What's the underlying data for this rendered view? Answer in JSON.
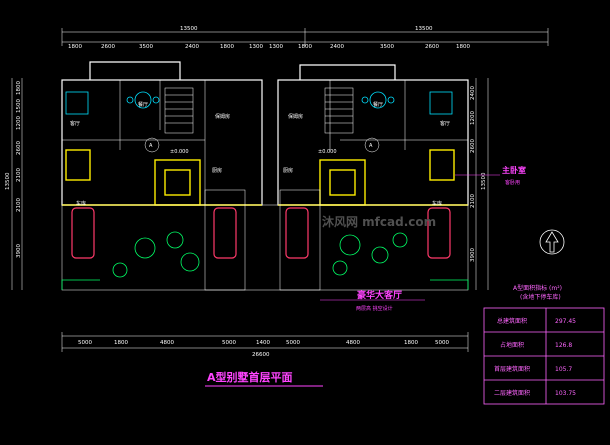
{
  "top_dims": {
    "overall_left": "13500",
    "overall_right": "13500",
    "segments": [
      "1800",
      "2600",
      "3500",
      "2400",
      "1800",
      "1300",
      "1300",
      "1800",
      "2400",
      "3500",
      "2600",
      "1800"
    ]
  },
  "bottom_dims": {
    "segments": [
      "5000",
      "1800",
      "4800",
      "5000",
      "1400",
      "5000",
      "4800",
      "1800",
      "5000"
    ],
    "overall": "26600"
  },
  "left_dims": {
    "overall": "13500",
    "segments": [
      "1800",
      "1500",
      "1200",
      "2600",
      "2100",
      "2100",
      "3900"
    ]
  },
  "right_dims": {
    "overall": "13500",
    "segments": [
      "2400",
      "1200",
      "2600",
      "2100",
      "3900"
    ]
  },
  "rooms": {
    "a_label_left": "A",
    "a_label_right": "A",
    "elev_left": "±0.000",
    "elev_right": "±0.000",
    "servant_left": "保姆房",
    "servant_right": "保姆房",
    "kitchen_left": "厨房",
    "kitchen_right": "厨房",
    "dining_left": "餐厅",
    "dining_right": "餐厅",
    "living_left": "客厅",
    "living_right": "客厅",
    "garage_left": "车库",
    "garage_right": "车库"
  },
  "annotations": {
    "master_bedroom": "主卧室",
    "master_bedroom_sub": "客卧用",
    "luxury_living": "豪华大客厅",
    "luxury_living_sub": "两层高 挑空设计"
  },
  "table": {
    "title": "A型面积指标 (m²)",
    "subtitle": "(含地下停车库)",
    "rows": [
      {
        "label": "总建筑面积",
        "value": "297.45"
      },
      {
        "label": "占地面积",
        "value": "126.8"
      },
      {
        "label": "首层建筑面积",
        "value": "105.7"
      },
      {
        "label": "二层建筑面积",
        "value": "103.75"
      }
    ]
  },
  "watermark": "沐风网 mfcad.com",
  "plan_title": "A型别墅首层平面",
  "colors": {
    "background": "#000000",
    "walls": "#ffffff",
    "accent": "#ff44ff",
    "landscape": "#00ff66",
    "glazing": "#00e0ff",
    "cars": "#ff3a6a"
  }
}
